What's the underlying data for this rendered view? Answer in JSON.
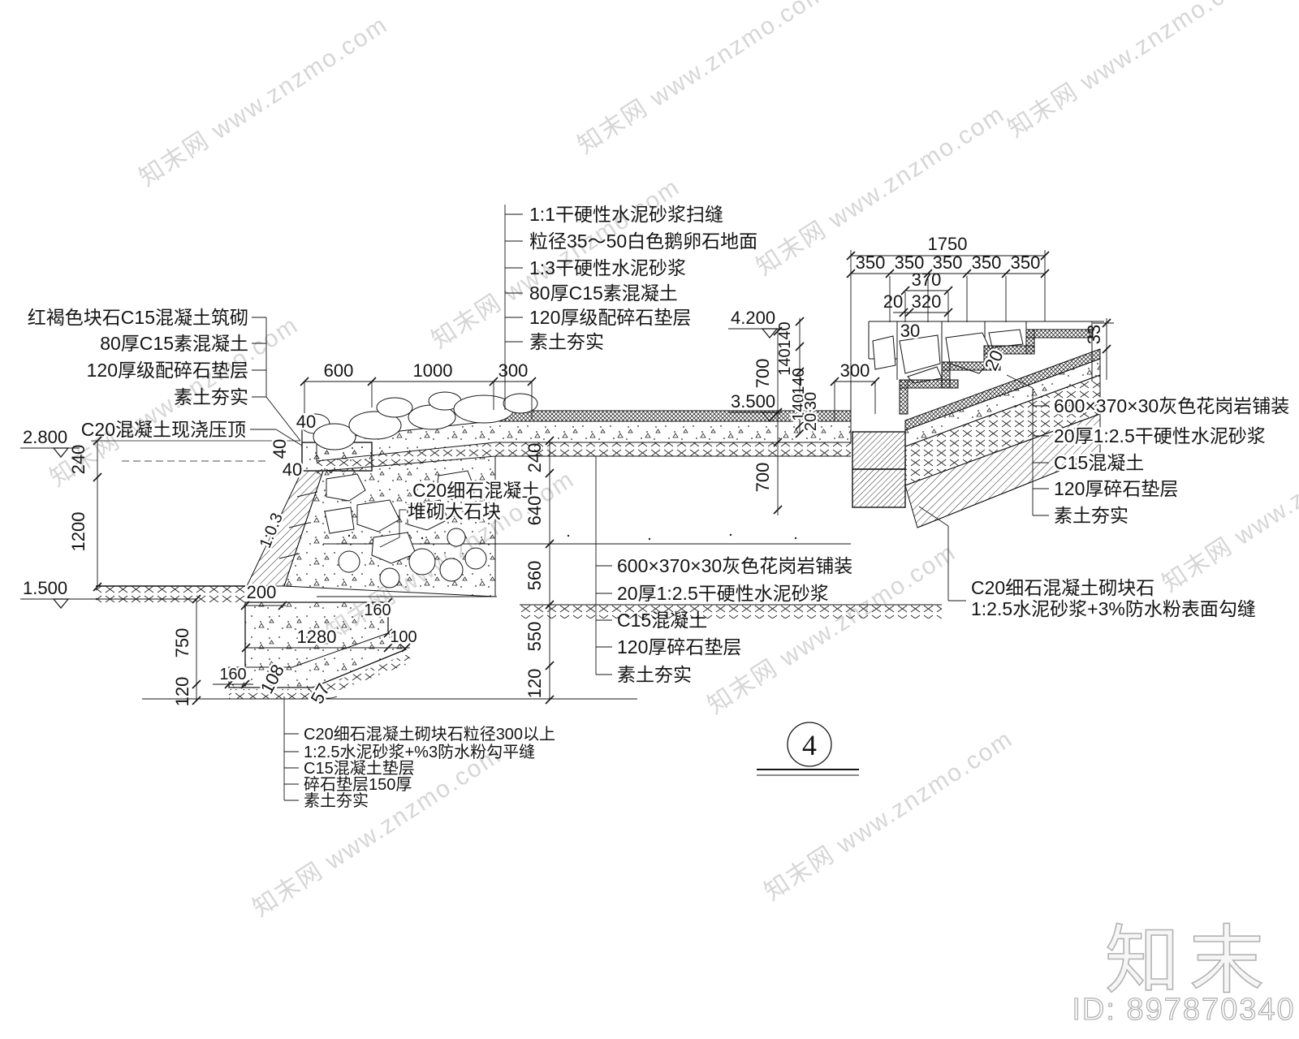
{
  "drawing": {
    "detail_number": "4",
    "slope_label": "1:0.3"
  },
  "elevations": {
    "e2800": "2.800",
    "e1500": "1.500",
    "e4200": "4.200",
    "e3500": "3.500"
  },
  "labels": {
    "left_wall": [
      "红褐色块石C15混凝土筑砌",
      "80厚C15素混凝土",
      "120厚级配碎石垫层",
      "素土夯实"
    ],
    "cap": "C20混凝土现浇压顶",
    "top_pebble": [
      "1:1干硬性水泥砂浆扫缝",
      "粒径35～50白色鹅卵石地面",
      "1:3干硬性水泥砂浆",
      "80厚C15素混凝土",
      "120厚级配碎石垫层",
      "素土夯实"
    ],
    "wall_core": [
      "C20细石混凝土",
      "堆砌大石块"
    ],
    "center_paving": [
      "600×370×30灰色花岗岩铺装",
      "20厚1:2.5干硬性水泥砂浆",
      "C15混凝土",
      "120厚碎石垫层",
      "素土夯实"
    ],
    "right_paving": [
      "600×370×30灰色花岗岩铺装",
      "20厚1:2.5干硬性水泥砂浆",
      "C15混凝土",
      "120厚碎石垫层",
      "素土夯实"
    ],
    "block_edge": [
      "C20细石混凝土砌块石",
      "1:2.5水泥砂浆+3%防水粉表面勾缝"
    ],
    "footing": [
      "C20细石混凝土砌块石粒径300以上",
      "1:2.5水泥砂浆+%3防水粉勾平缝",
      "C15混凝土垫层",
      "碎石垫层150厚",
      "素土夯实"
    ]
  },
  "dims": {
    "d40": "40",
    "d200": "200",
    "d600": "600",
    "d1000": "1000",
    "d300": "300",
    "d240": "240",
    "d1200": "1200",
    "d750": "750",
    "d120": "120",
    "d640": "640",
    "d560": "560",
    "d550": "550",
    "d140": "140",
    "d30": "30",
    "d20": "20",
    "d700": "700",
    "d1750": "1750",
    "d350": "350",
    "d370": "370",
    "d320": "320",
    "d33": "33",
    "d1280": "1280",
    "d160": "160",
    "d100": "100",
    "d108": "108",
    "d57": "57"
  },
  "watermark": {
    "tile": "知末网 www.znzmo.com",
    "logo": "知末",
    "id_text": "ID: 897870340"
  }
}
